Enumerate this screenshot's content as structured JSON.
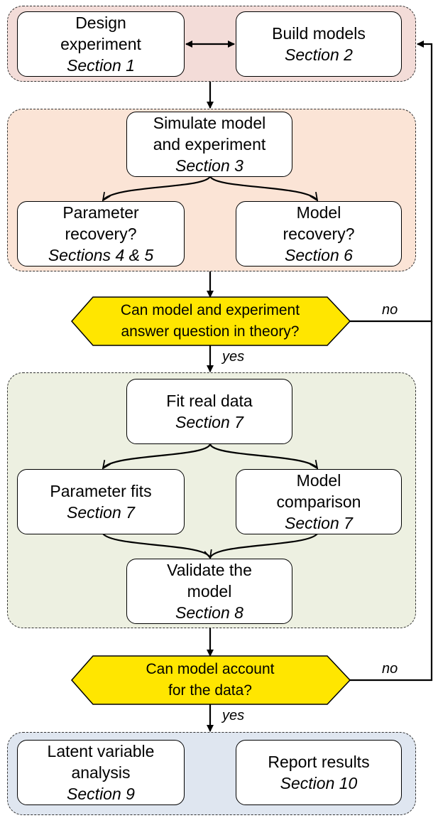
{
  "colors": {
    "panel_design": "#f3dcd8",
    "panel_simulate": "#fbe4d6",
    "panel_fit": "#edf0e1",
    "panel_report": "#dfe6f0",
    "decision_fill": "#ffe600",
    "line": "#000000"
  },
  "boxes": {
    "design": {
      "title_lines": [
        "Design",
        "experiment"
      ],
      "section": "Section 1"
    },
    "build": {
      "title_lines": [
        "Build models"
      ],
      "section": "Section 2"
    },
    "simulate": {
      "title_lines": [
        "Simulate model",
        "and experiment"
      ],
      "section": "Section 3"
    },
    "param_recovery": {
      "title_lines": [
        "Parameter",
        "recovery?"
      ],
      "section": "Sections 4 & 5"
    },
    "model_recovery": {
      "title_lines": [
        "Model",
        "recovery?"
      ],
      "section": "Section 6"
    },
    "fit": {
      "title_lines": [
        "Fit real data"
      ],
      "section": "Section 7"
    },
    "param_fits": {
      "title_lines": [
        "Parameter fits"
      ],
      "section": "Section 7"
    },
    "model_comparison": {
      "title_lines": [
        "Model",
        "comparison"
      ],
      "section": "Section 7"
    },
    "validate": {
      "title_lines": [
        "Validate the",
        "model"
      ],
      "section": "Section 8"
    },
    "latent": {
      "title_lines": [
        "Latent variable",
        "analysis"
      ],
      "section": "Section 9"
    },
    "report": {
      "title_lines": [
        "Report results"
      ],
      "section": "Section 10"
    }
  },
  "decisions": {
    "theory": {
      "lines": [
        "Can model and experiment",
        "answer question in theory?"
      ]
    },
    "account": {
      "lines": [
        "Can model account",
        "for the data?"
      ]
    }
  },
  "labels": {
    "yes": "yes",
    "no": "no"
  }
}
